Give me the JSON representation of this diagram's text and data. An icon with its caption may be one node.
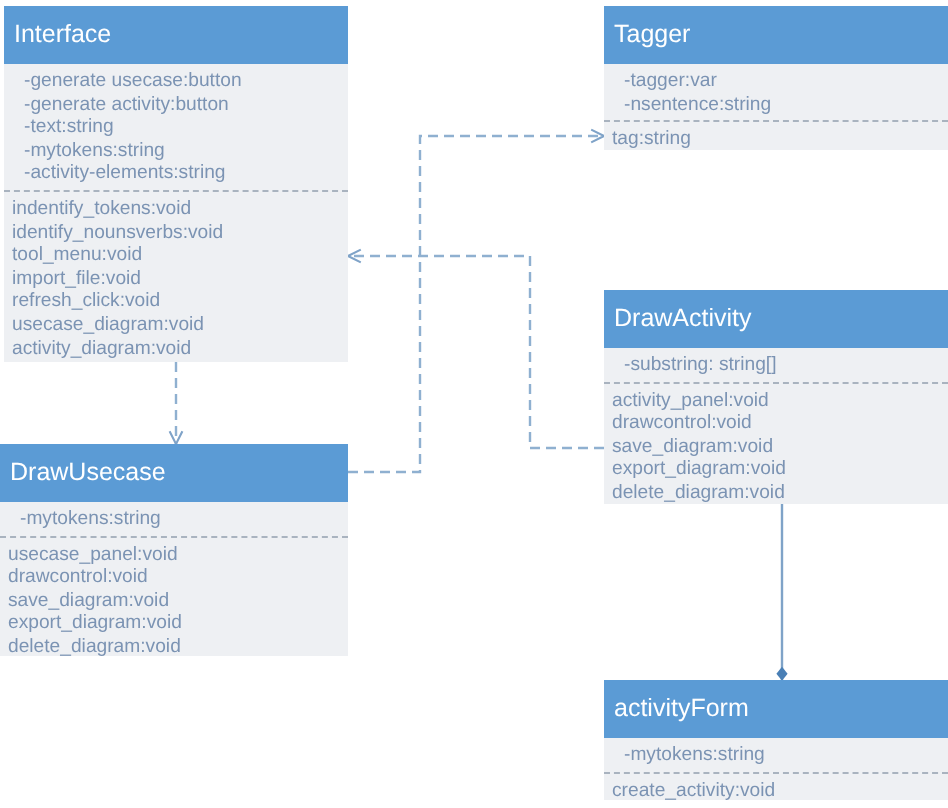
{
  "diagram": {
    "nodes": [
      {
        "text": [
          "Interface"
        ]
      },
      {
        "text": [
          "-generate usecase:button",
          "-generate activity:button",
          "-text:string",
          "-mytokens:string",
          "-activity-elements:string"
        ],
        "in": 0
      },
      {
        "text": [
          "indentify_tokens:void",
          "identify_nounsverbs:void",
          "tool_menu:void",
          "import_file:void",
          "refresh_click:void",
          "usecase_diagram:void",
          "activity_diagram:void"
        ],
        "in": 0
      },
      {
        "text": [
          "Tagger"
        ]
      },
      {
        "text": [
          "-tagger:var",
          "-nsentence:string"
        ],
        "in": 3
      },
      {
        "text": [
          "tag:string"
        ],
        "in": 3
      },
      {
        "text": [
          "DrawActivity"
        ]
      },
      {
        "text": [
          "-substring: string[]"
        ],
        "in": 6
      },
      {
        "text": [
          "activity_panel:void",
          "drawcontrol:void",
          "save_diagram:void",
          "export_diagram:void",
          "delete_diagram:void"
        ],
        "in": 6
      },
      {
        "text": [
          "DrawUsecase"
        ]
      },
      {
        "text": [
          "-mytokens:string"
        ],
        "in": 9
      },
      {
        "text": [
          "usecase_panel:void",
          "drawcontrol:void",
          "save_diagram:void",
          "export_diagram:void",
          "delete_diagram:void"
        ],
        "in": 9
      },
      {
        "text": [
          "activityForm"
        ]
      },
      {
        "text": [
          "-mytokens:string"
        ],
        "in": 12
      },
      {
        "text": [
          "create_activity:void"
        ],
        "in": 12
      }
    ],
    "edges": [
      {
        "from": 0,
        "to": 9,
        "arrow": "to",
        "style": "dashed"
      },
      {
        "from": 9,
        "to": 3,
        "arrow": "to",
        "style": "dashed"
      },
      {
        "from": 6,
        "to": 0,
        "arrow": "to",
        "style": "dashed"
      },
      {
        "from": 6,
        "to": 12,
        "arrow": "other"
      }
    ]
  }
}
